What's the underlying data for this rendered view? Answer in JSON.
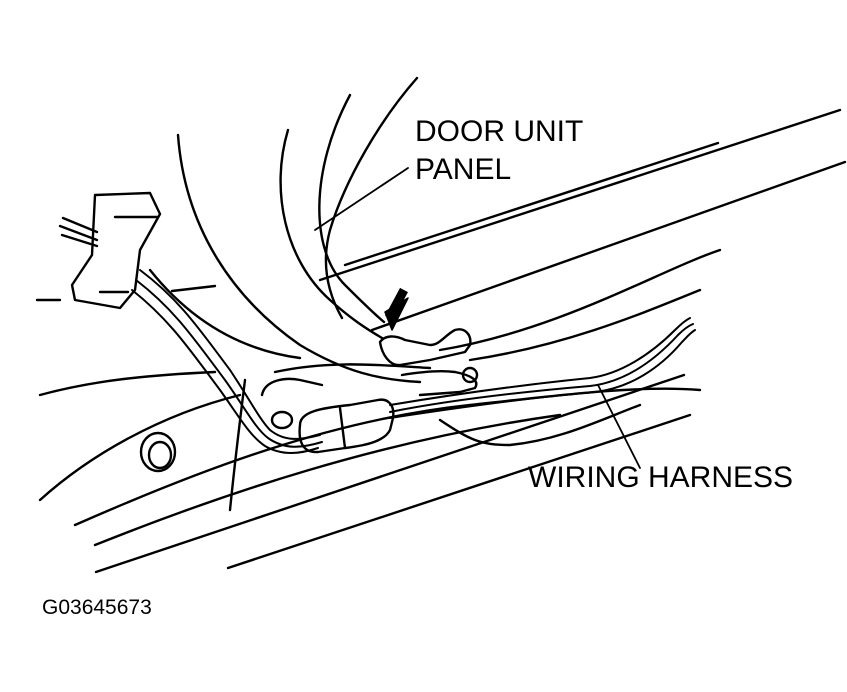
{
  "labels": {
    "door_unit_panel_line1": "DOOR UNIT",
    "door_unit_panel_line2": "PANEL",
    "wiring_harness": "WIRING HARNESS",
    "figure_code": "G03645673"
  },
  "colors": {
    "line": "#000000",
    "background": "#ffffff"
  }
}
